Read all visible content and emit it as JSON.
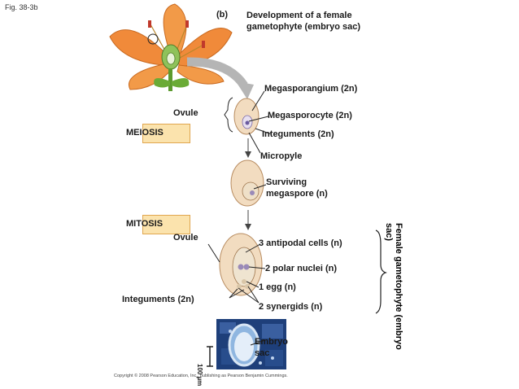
{
  "figure_label": "Fig. 38-3b",
  "panel_letter": "(b)",
  "title": "Development of a female gametophyte (embryo sac)",
  "labels": {
    "megasporangium": "Megasporangium (2n)",
    "megasporocyte": "Megasporocyte (2n)",
    "ovule_top": "Ovule",
    "integuments_top": "Integuments (2n)",
    "micropyle": "Micropyle",
    "surviving_1": "Surviving",
    "surviving_2": "megaspore (n)",
    "ovule_bottom": "Ovule",
    "antipodal": "3 antipodal cells (n)",
    "polar": "2 polar nuclei (n)",
    "egg": "1 egg (n)",
    "synergids": "2 synergids (n)",
    "integuments_bottom": "Integuments (2n)",
    "embryo_1": "Embryo",
    "embryo_2": "sac",
    "female_gametophyte": "Female gametophyte (embryo sac)",
    "scale_bar": "100 µm"
  },
  "stages": {
    "meiosis": "MEIOSIS",
    "mitosis": "MITOSIS"
  },
  "copyright": "Copyright © 2008 Pearson Education, Inc., publishing as Pearson Benjamin Cummings.",
  "colors": {
    "stage_fill": "#fbe3ad",
    "stage_border": "#e0a64f",
    "petal": "#f08a3a",
    "ovule": "#f2dcc0",
    "arrow": "#a0a0a0"
  }
}
